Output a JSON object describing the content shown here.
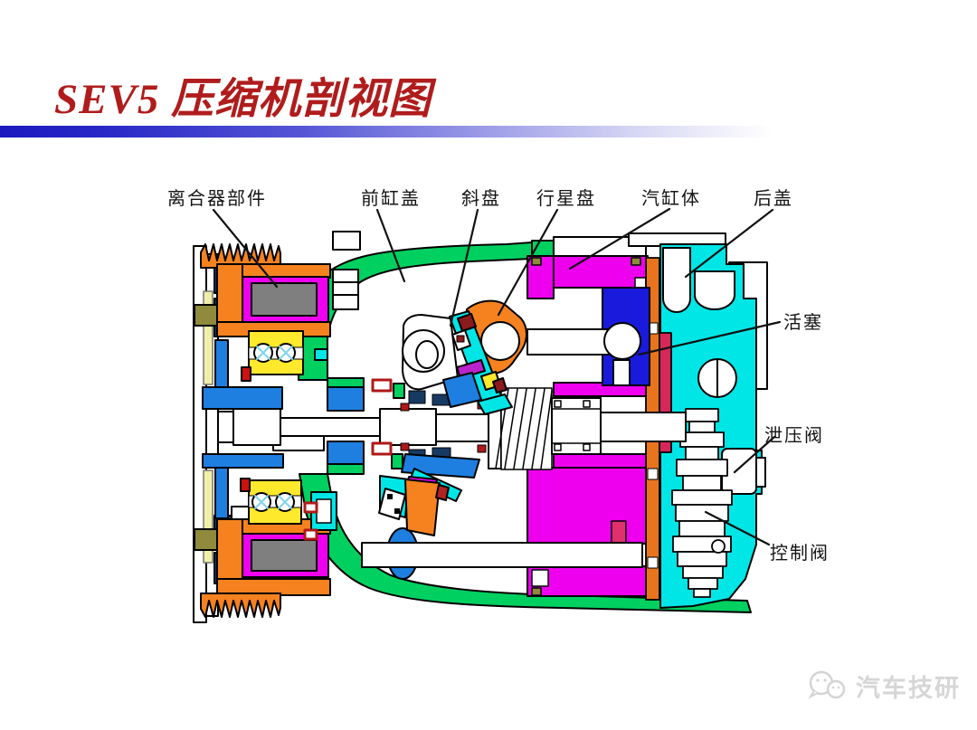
{
  "slide": {
    "title": "SEV5 压缩机剖视图",
    "title_color": "#B01C1C",
    "accent_bar": {
      "from": "#1A1AC0",
      "to": "#FFFFFF"
    }
  },
  "diagram": {
    "subject": "SEV5 compressor cross-section",
    "labels": {
      "clutch": "离合器部件",
      "front_head": "前缸盖",
      "swash_plate": "斜盘",
      "planet_plate": "行星盘",
      "cylinder_block": "汽缸体",
      "rear_cover": "后盖",
      "piston": "活塞",
      "relief_valve": "泄压阀",
      "control_valve": "控制阀"
    },
    "part_colors": {
      "pulley_orange": "#F5821F",
      "coil_frame_magenta": "#EE00EE",
      "coil_core_gray": "#7F7F7F",
      "bearing_yellow": "#FFE92C",
      "hub_blue": "#1E7FE0",
      "navy": "#173A63",
      "front_housing_green": "#00D060",
      "swash_cyan": "#00E6E6",
      "cylinder_magenta": "#EE00EE",
      "piston_blue": "#1A1ADC",
      "rear_cover_cyan": "#00E6E6",
      "valve_plate_orange": "#E8741E",
      "seal_red": "#C21717",
      "crimson": "#D6275A",
      "olive": "#8F8A3C",
      "pale_yellow": "#EFEFA8",
      "purple": "#BB22CC",
      "dark_red": "#8B1A1A"
    }
  },
  "watermark": {
    "logo": "wechat-logo-icon",
    "text": "汽车技研"
  }
}
